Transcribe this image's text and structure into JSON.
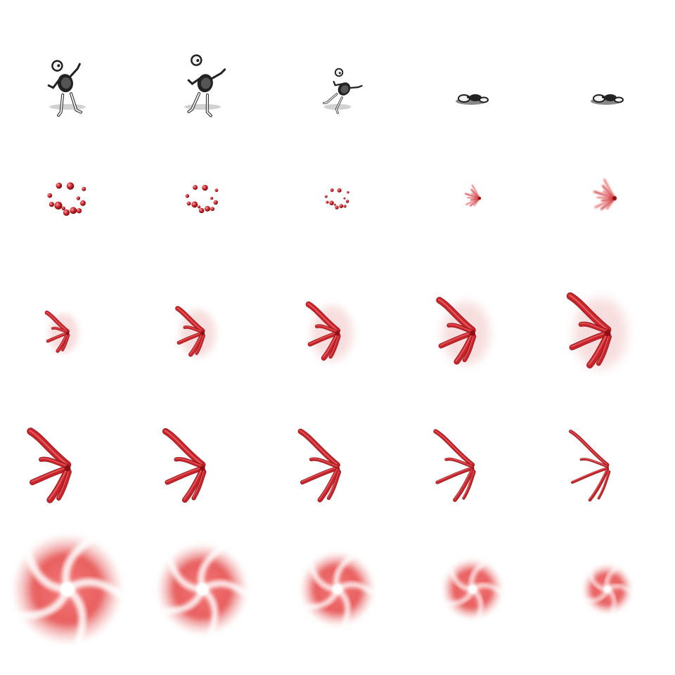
{
  "sheet": {
    "background": "#ffffff",
    "columns": 5,
    "rows": 5,
    "palette": {
      "blood_dark": "#8e0f14",
      "blood_mid": "#c8222a",
      "blood_light": "#e25c5c",
      "blood_pink": "#f07a7a",
      "bone_outline": "#222222",
      "bone_fill": "#f2f2f2",
      "shadow": "#bdbdbd"
    },
    "rows_content": [
      {
        "name": "skeleton-death",
        "frames": [
          "standing",
          "breaking",
          "collapsing",
          "bone-pile",
          "bone-pile"
        ]
      },
      {
        "name": "blood-droplets",
        "frames": [
          "ring-large",
          "ring-medium",
          "ring-small",
          "burst-small",
          "burst-medium"
        ]
      },
      {
        "name": "blood-splash-grow",
        "frames": [
          "splash-1",
          "splash-2",
          "splash-3",
          "splash-4",
          "splash-5"
        ]
      },
      {
        "name": "blood-splash-fade",
        "frames": [
          "fade-1",
          "fade-2",
          "fade-3",
          "fade-4",
          "fade-5"
        ]
      },
      {
        "name": "blood-swirl",
        "frames": [
          "swirl-1",
          "swirl-2",
          "swirl-3",
          "swirl-4",
          "swirl-5"
        ]
      }
    ]
  }
}
